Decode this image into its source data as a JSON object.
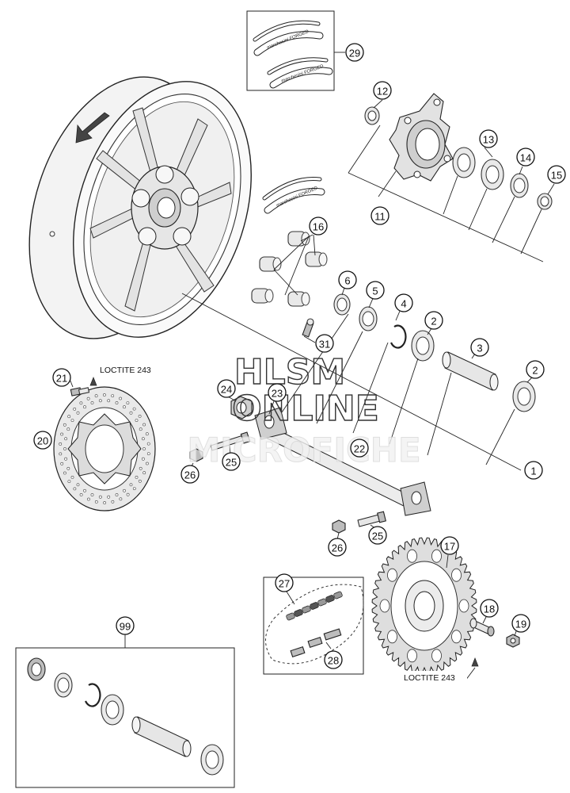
{
  "watermark": {
    "line1": "HLSM",
    "line2": "ONLINE",
    "line3": "MICROFICHE"
  },
  "notes": {
    "loctite_left": "LOCTITE 243",
    "loctite_right": "LOCTITE 243"
  },
  "stripe_label": "marchesini FORGED",
  "callouts": {
    "c1": "1",
    "c2a": "2",
    "c2b": "2",
    "c3": "3",
    "c4": "4",
    "c5": "5",
    "c6": "6",
    "c11": "11",
    "c12": "12",
    "c13": "13",
    "c14": "14",
    "c15": "15",
    "c16": "16",
    "c17": "17",
    "c18": "18",
    "c19": "19",
    "c20": "20",
    "c21": "21",
    "c22": "22",
    "c23": "23",
    "c24": "24",
    "c25a": "25",
    "c25b": "25",
    "c26a": "26",
    "c26b": "26",
    "c27": "27",
    "c28": "28",
    "c29": "29",
    "c31": "31",
    "c99": "99"
  }
}
